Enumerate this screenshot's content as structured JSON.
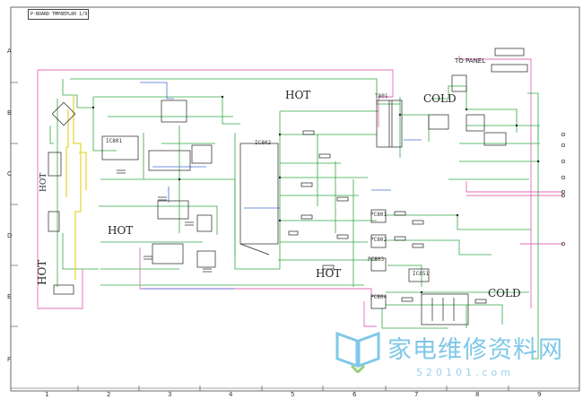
{
  "sheet": {
    "title_block": "P-BOARD TMP8EPL80 1/9",
    "row_labels": [
      "A",
      "B",
      "C",
      "D",
      "E",
      "F"
    ],
    "column_labels": [
      "1",
      "2",
      "3",
      "4",
      "5",
      "6",
      "7",
      "8",
      "9"
    ]
  },
  "zones": {
    "hot_top": "HOT",
    "hot_left": "HOT",
    "hot_left_vertical": "HOT",
    "hot_bottom": "HOT",
    "cold_top": "COLD",
    "cold_bottom": "COLD"
  },
  "labels": {
    "to_panel": "TO PANEL",
    "ic_t801": "T801",
    "ic_ic802": "IC802",
    "ic_ic801": "IC801",
    "pc801": "PC801",
    "pc802": "PC802",
    "pc803": "PC803",
    "pc804": "PC804",
    "ic851": "IC851"
  },
  "watermark": {
    "chinese": "家电维修资料网",
    "url": "520101.com"
  },
  "colors": {
    "green_wire": "#33a845",
    "pink_wire": "#e06fb5",
    "yellow_wire": "#e8d640",
    "blue_wire": "#4a6fd8",
    "component": "#222222",
    "watermark": "#7fc8e8"
  }
}
